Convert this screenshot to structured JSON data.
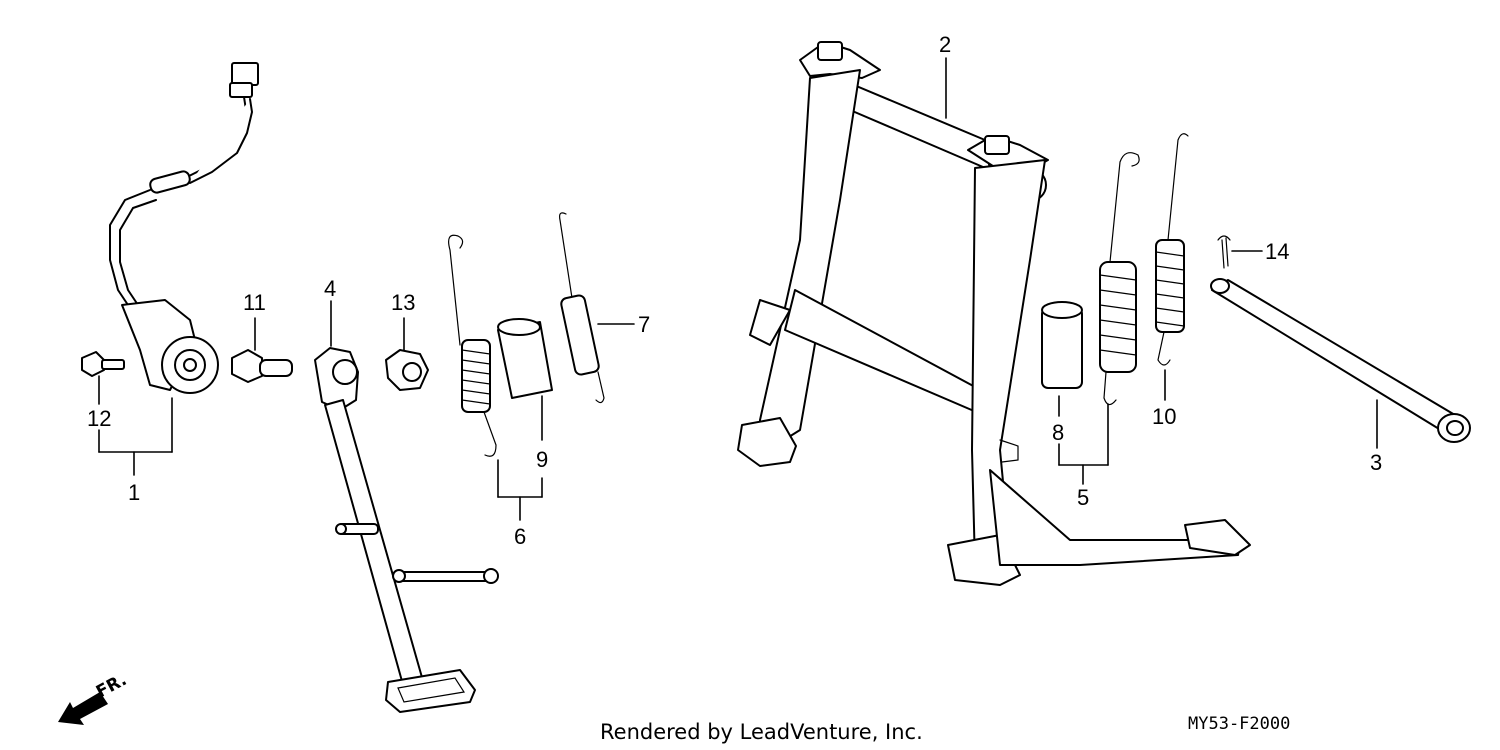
{
  "callouts": {
    "c1": "1",
    "c2": "2",
    "c3": "3",
    "c4": "4",
    "c5": "5",
    "c6": "6",
    "c7": "7",
    "c8": "8",
    "c9": "9",
    "c10": "10",
    "c11": "11",
    "c12": "12",
    "c13": "13",
    "c14": "14"
  },
  "direction": {
    "label": "FR."
  },
  "footer": {
    "credit": "Rendered by LeadVenture, Inc.",
    "code": "MY53-F2000"
  }
}
